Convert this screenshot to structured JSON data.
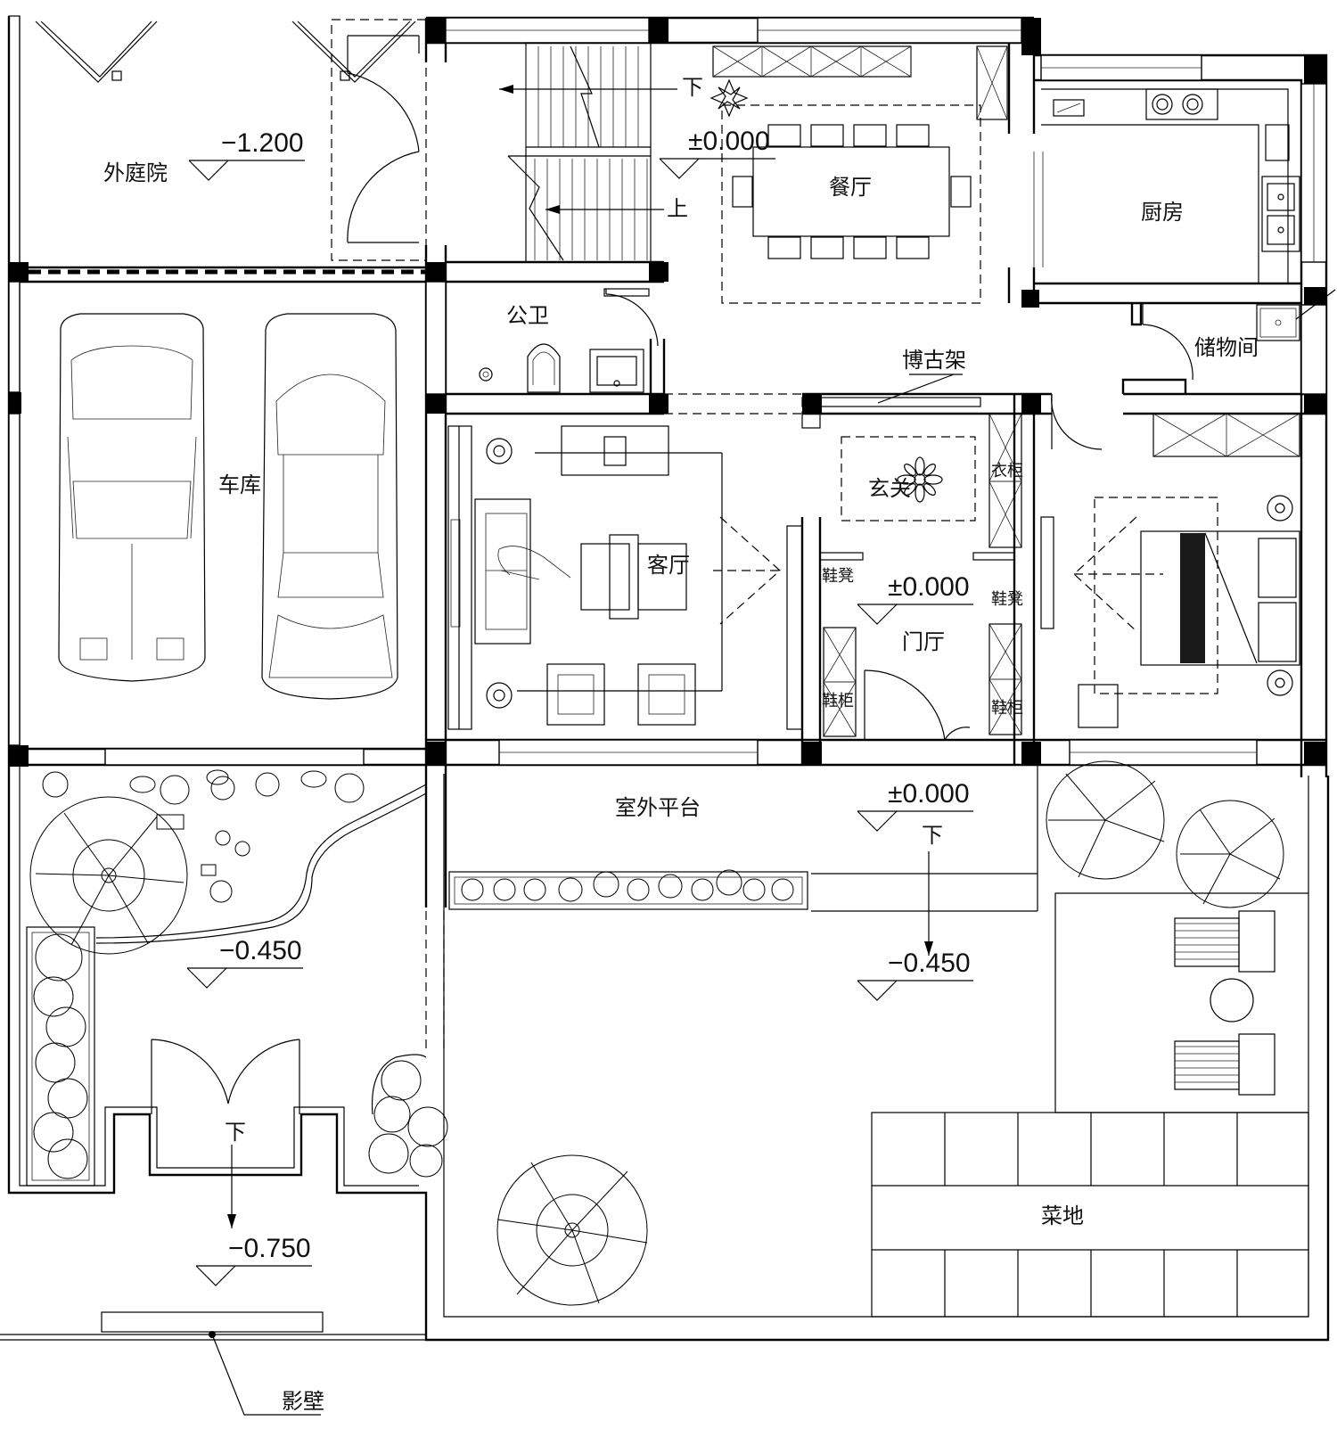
{
  "rooms": {
    "outer_courtyard": "外庭院",
    "garage": "车库",
    "dining": "餐厅",
    "kitchen": "厨房",
    "public_wc": "公卫",
    "storage": "储物间",
    "curio_shelf": "博古架",
    "living": "客厅",
    "foyer": "玄关",
    "entry_hall": "门厅",
    "outdoor_terrace": "室外平台",
    "vegetable_garden": "菜地",
    "screen_wall": "影壁"
  },
  "furniture_labels": {
    "shoe_bench_left": "鞋凳",
    "shoe_bench_right": "鞋凳",
    "shoe_cabinet_left": "鞋柜",
    "shoe_cabinet_right": "鞋柜",
    "coat_cabinet": "衣柜"
  },
  "levels": {
    "courtyard": "−1.200",
    "dining": "±0.000",
    "entry_hall": "±0.000",
    "terrace": "±0.000",
    "front_yard_left": "−0.450",
    "front_yard_right": "−0.450",
    "gate": "−0.750"
  },
  "stair": {
    "down": "下",
    "up": "上"
  },
  "arrows": {
    "terrace_down": "下",
    "gate_down": "下"
  }
}
